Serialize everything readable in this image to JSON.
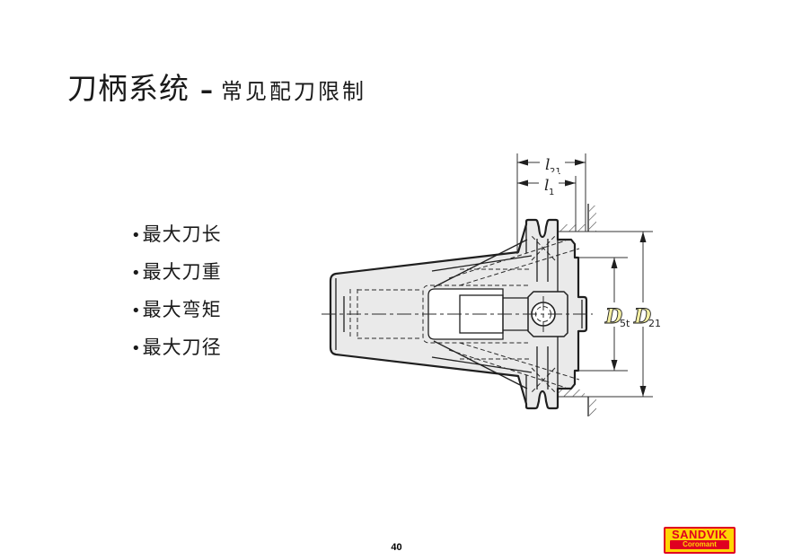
{
  "slide": {
    "title": "刀柄系统",
    "separator": "–",
    "subtitle": "常见配刀限制",
    "bullet_char": "•",
    "bullets": [
      "最大刀长",
      "最大刀重",
      "最大弯矩",
      "最大刀径"
    ],
    "page_number": "40"
  },
  "diagram": {
    "dim_labels": {
      "l21_main": "l",
      "l21_sub": "21",
      "l1_main": "l",
      "l1_sub": "1",
      "d5t_main": "D",
      "d5t_sub": "5t",
      "d21_main": "D",
      "d21_sub": "21"
    },
    "colors": {
      "d_label_fill": "#f3eea2",
      "line": "#1f1f1f",
      "body_fill": "#eaeaea"
    }
  },
  "logo": {
    "brand": "SANDVIK",
    "subbrand": "Coromant",
    "yellow": "#ffd504",
    "red": "#e00020"
  }
}
